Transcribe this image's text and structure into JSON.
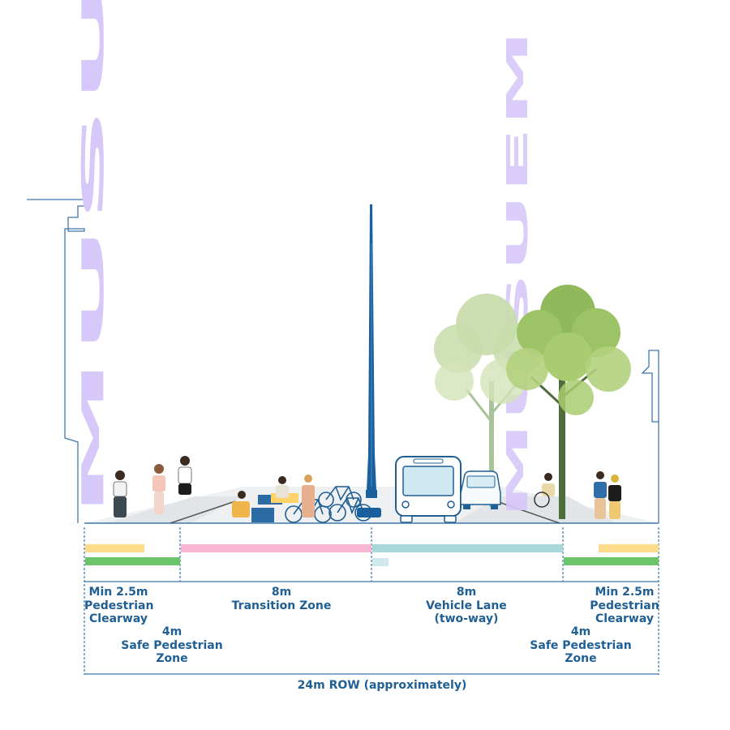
{
  "buildings": {
    "left_sign": "MUSUEM",
    "right_sign": "MUSUEM"
  },
  "zones": {
    "left_clearway": {
      "width": "Min 2.5m",
      "line1": "Pedestrian",
      "line2": "Clearway"
    },
    "left_safe": {
      "width": "4m",
      "line1": "Safe Pedestrian",
      "line2": "Zone"
    },
    "transition": {
      "width": "8m",
      "line1": "Transition Zone"
    },
    "vehicle": {
      "width": "8m",
      "line1": "Vehicle Lane",
      "line2": "(two-way)"
    },
    "right_clearway": {
      "width": "Min 2.5m",
      "line1": "Pedestrian",
      "line2": "Clearway"
    },
    "right_safe": {
      "width": "4m",
      "line1": "Safe Pedestrian",
      "line2": "Zone"
    }
  },
  "total": {
    "label": "24m ROW (approximately)"
  },
  "colors": {
    "clearway": "#fcdc8a",
    "safe_zone": "#6cc46a",
    "transition": "#f9b6d2",
    "vehicle": "#a9d8dc",
    "museum_text": "#d7c8fa",
    "line": "#3f78ad",
    "label": "#1f5f94",
    "pole": "#1a5f9e"
  }
}
